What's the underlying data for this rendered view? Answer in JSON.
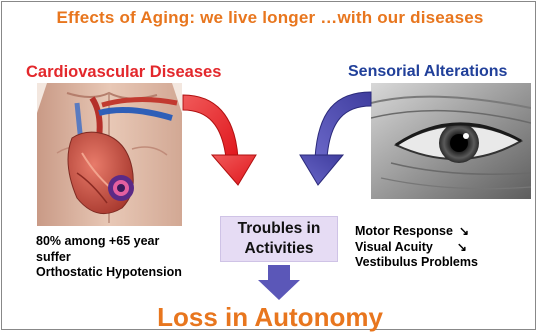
{
  "title": "Effects of Aging: we live longer …with our diseases",
  "left": {
    "heading": "Cardiovascular Diseases",
    "image": "heart-anatomy-chest-illustration",
    "facts": [
      "80%  among +65 year",
      "suffer",
      "Orthostatic Hypotension"
    ]
  },
  "right": {
    "heading": "Sensorial Alterations",
    "image": "aged-eye-photo",
    "items": [
      {
        "label": "Motor Response",
        "trend": "↘"
      },
      {
        "label": "Visual Acuity",
        "trend": "↘"
      },
      {
        "label": "Vestibulus Problems",
        "trend": ""
      }
    ]
  },
  "center": {
    "box_lines": [
      "Troubles in",
      "Activities"
    ]
  },
  "outcome": "Loss in Autonomy",
  "colors": {
    "title": "#e8761e",
    "cardio": "#e3282c",
    "sensorial": "#21409a",
    "box_bg": "#e6dcf4",
    "down_arrow": "#5b57b8"
  }
}
